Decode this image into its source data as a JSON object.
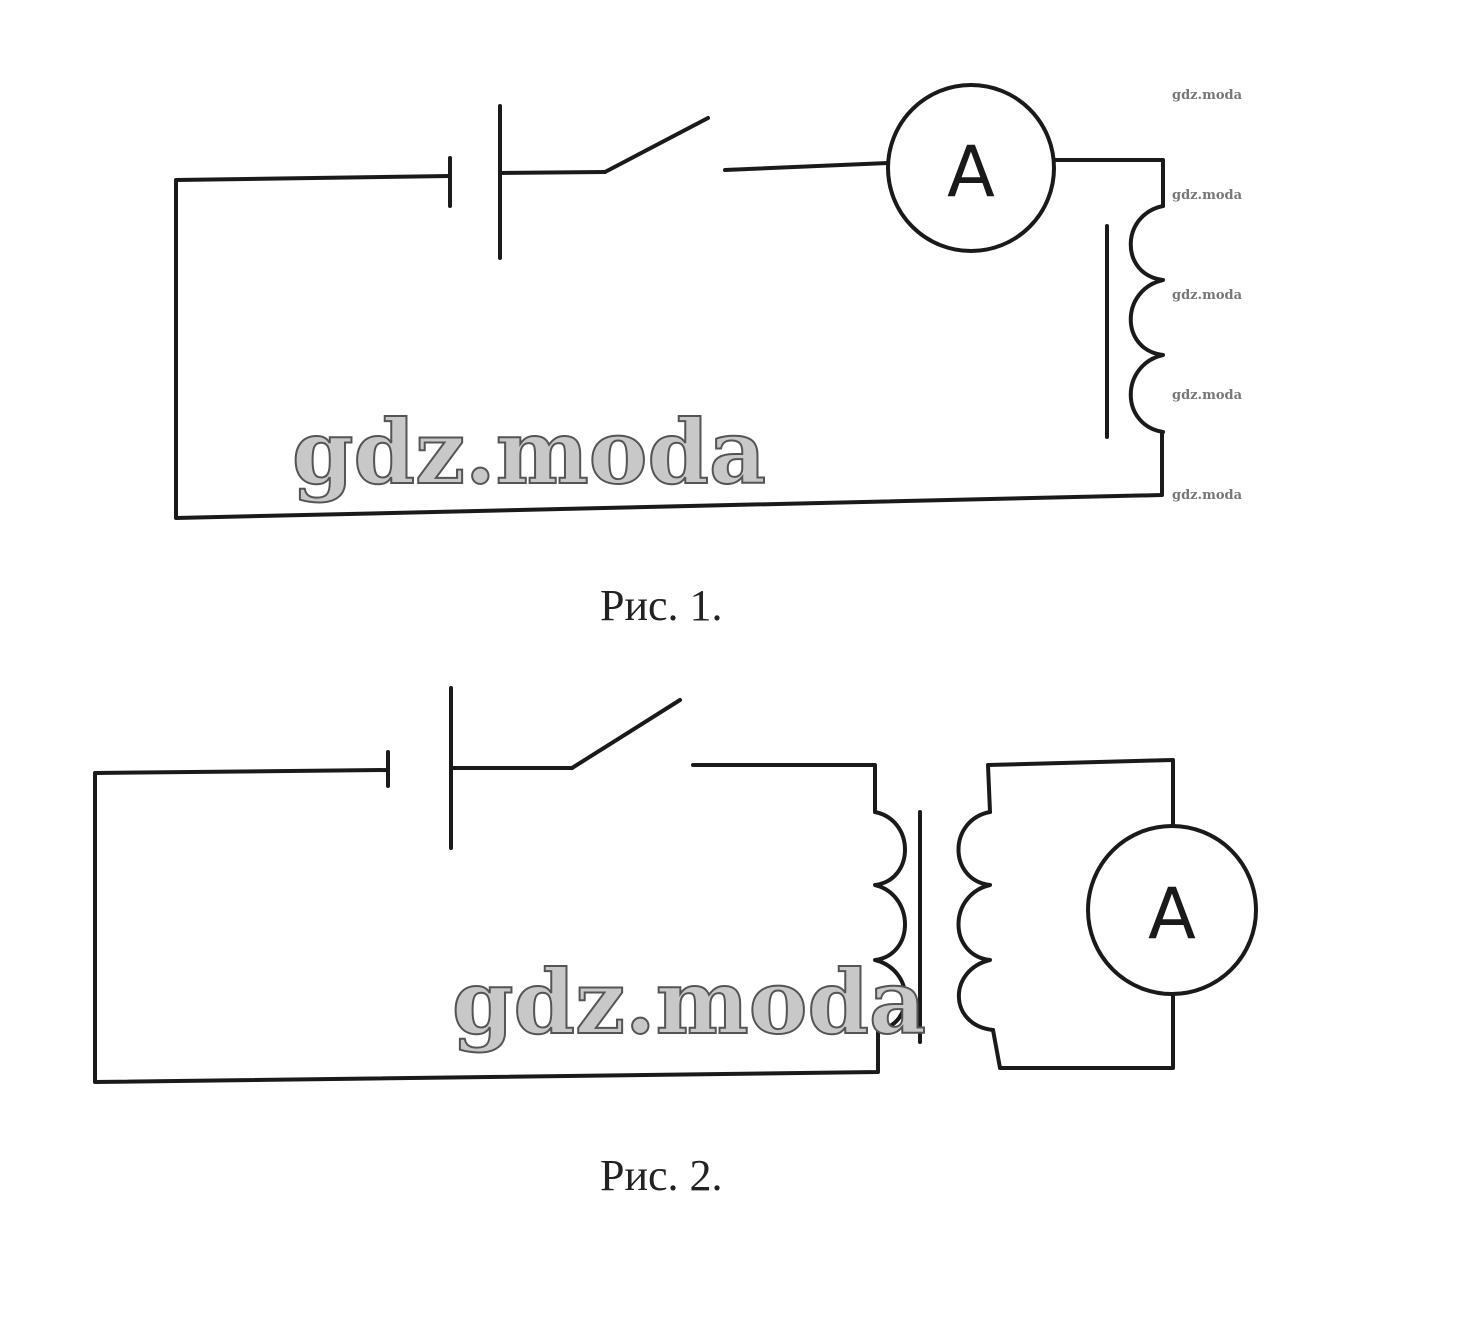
{
  "figure1": {
    "caption": "Рис. 1.",
    "ammeter_label": "A"
  },
  "figure2": {
    "caption": "Рис. 2.",
    "ammeter_label": "A"
  },
  "watermark": {
    "text": "gdz.moda",
    "small": [
      "gdz.moda",
      "gdz.moda",
      "gdz.moda",
      "gdz.moda",
      "gdz.moda"
    ]
  }
}
